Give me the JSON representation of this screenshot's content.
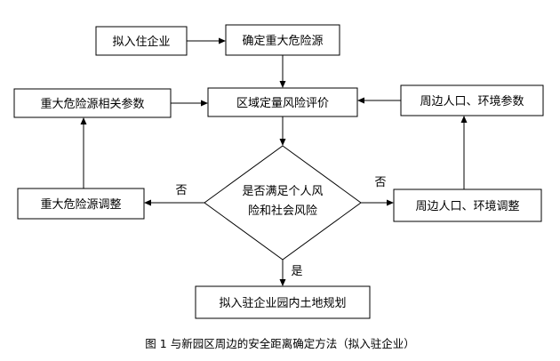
{
  "nodes": {
    "enterprise": "拟入住企业",
    "determine_hazard": "确定重大危险源",
    "hazard_params": "重大危险源相关参数",
    "risk_evaluation": "区域定量风险评价",
    "surrounding_params": "周边人口、环境参数",
    "decision_line1": "是否满足个人风",
    "decision_line2": "险和社会风险",
    "hazard_adjust": "重大危险源调整",
    "surrounding_adjust": "周边人口、环境调整",
    "land_planning": "拟入驻企业园内土地规划"
  },
  "labels": {
    "no_left": "否",
    "no_right": "否",
    "yes": "是"
  },
  "caption": "图 1  与新园区周边的安全距离确定方法（拟入驻企业）"
}
